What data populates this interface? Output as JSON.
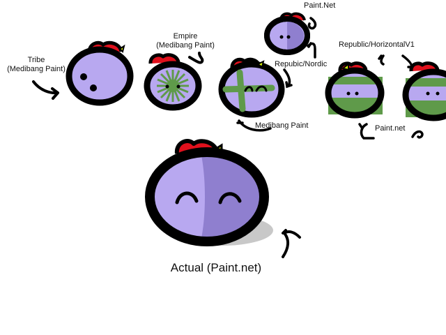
{
  "labels": {
    "tribe_line1": "Tribe",
    "tribe_line2": "(Medibang Paint)",
    "empire_line1": "Empire",
    "empire_line2": "(Medibang Paint)",
    "paintnet_top": "Paint.Net",
    "republic_nordic": "Repubic/Nordic",
    "republic_horizontal": "Republic/HorizontalV1",
    "medibang_paint": "Medibang Paint",
    "paintnet_small": "Paint.net",
    "actual": "Actual (Paint.net)"
  },
  "colors": {
    "outline": "#000000",
    "body": "#b8a8f0",
    "shade": "#8f7fcf",
    "green": "#5f9a4a",
    "hat_red": "#e0101c",
    "hat_yellow": "#d6f00a",
    "shadow": "#9a9a9a"
  }
}
